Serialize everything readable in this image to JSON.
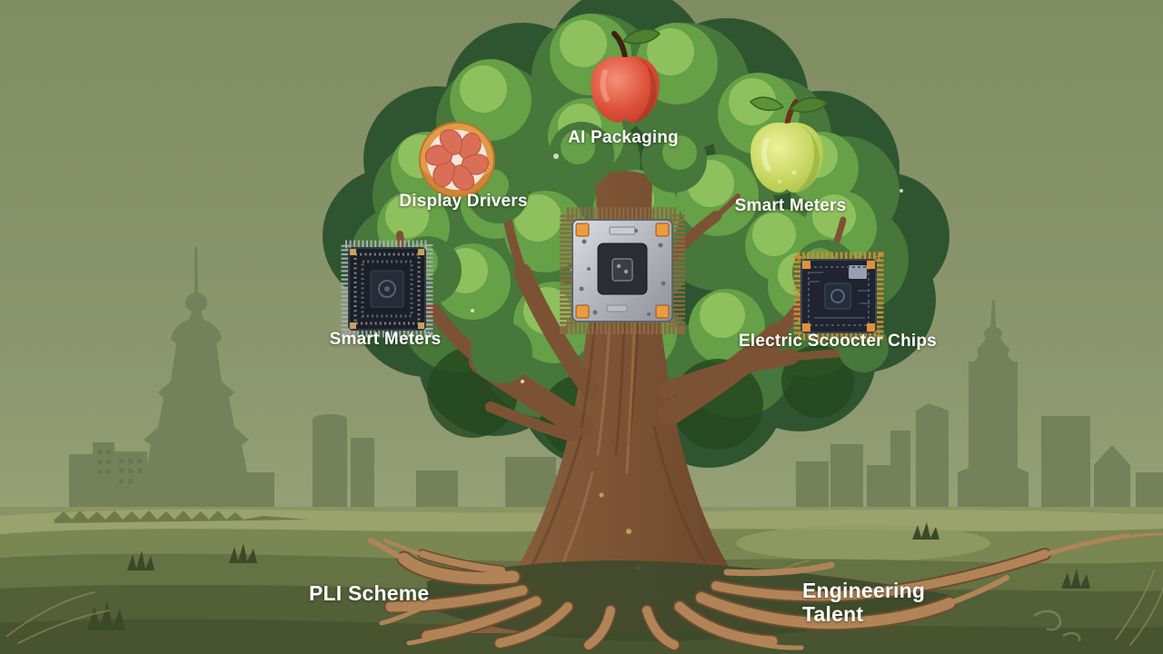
{
  "illustration": {
    "labels": {
      "ai_packaging": "AI Packaging",
      "display_drivers": "Display Drivers",
      "smart_meters_top": "Smart Meters",
      "smart_meters_left": "Smart Meters",
      "electric_scooter_chips": "Electric Scoocter Chips",
      "pli_scheme": "PLI Scheme",
      "engineering_talent": "Engineering Talent"
    },
    "figures": {
      "fruits": [
        "red-apple",
        "grapefruit-slice",
        "green-apple"
      ],
      "chips": [
        "dark-bga-chip-left",
        "silver-metal-chip-center",
        "dark-pcb-chip-right"
      ],
      "background": [
        "pagoda-tower-silhouette",
        "skyscraper-silhouette",
        "city-skyline",
        "tree-with-roots",
        "grass-field"
      ]
    },
    "colors": {
      "sky_top": "#808c61",
      "sky_horizon": "#97a175",
      "skyline_silhouette": "#74815a",
      "ground_light": "#9aa26d",
      "ground_mid": "#657243",
      "ground_dark": "#47542f",
      "canopy_dark": "#2f5530",
      "canopy_mid": "#47773a",
      "canopy_light": "#66a047",
      "canopy_highlight": "#8fc05e",
      "trunk_brown": "#7b5334",
      "root_tan": "#b08457",
      "apple_red": "#dd4f38",
      "apple_green": "#c3d45c",
      "orange_rind": "#e09a48",
      "orange_flesh": "#f6e7da",
      "orange_segment": "#da6f57",
      "chip_silver": "#aeb1b6",
      "chip_dark_body": "#1f2430",
      "chip_pad_orange": "#ef9b3d",
      "label_text": "#ffffff"
    }
  }
}
